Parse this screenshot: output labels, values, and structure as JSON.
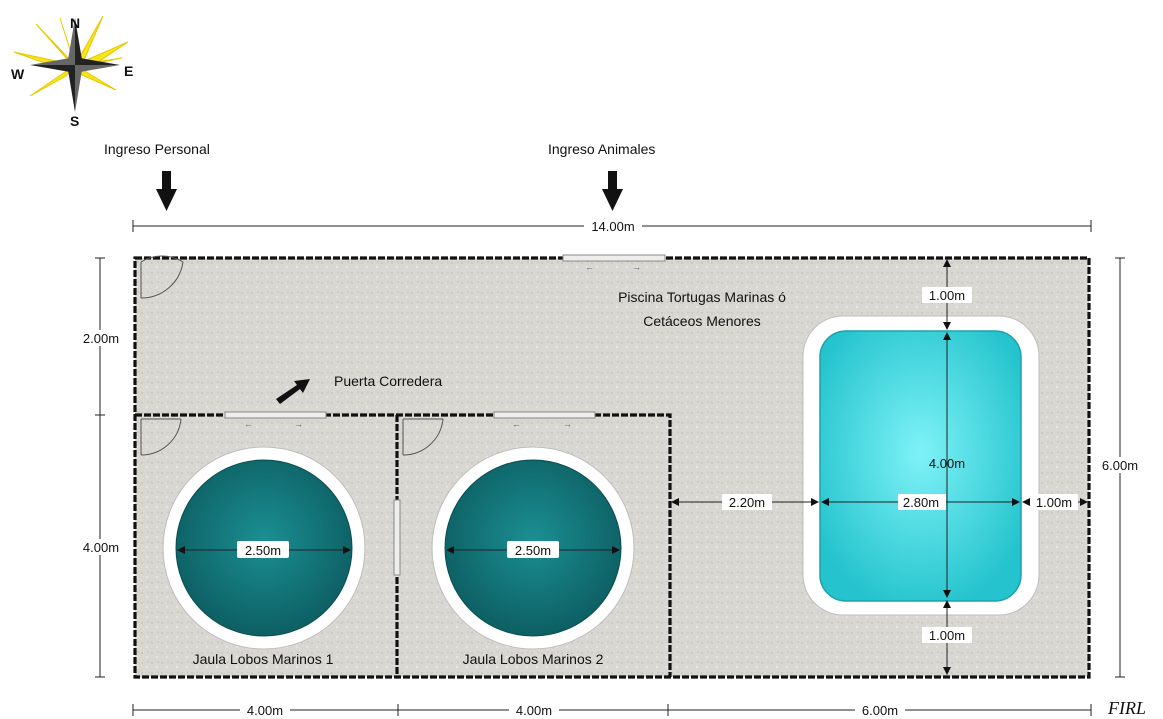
{
  "compass": {
    "n": "N",
    "s": "S",
    "e": "E",
    "w": "W",
    "icon": "compass-rose-icon"
  },
  "entrances": {
    "personal": "Ingreso Personal",
    "animales": "Ingreso Animales"
  },
  "labels": {
    "puerta_corredera": "Puerta Corredera",
    "piscina_line1": "Piscina Tortugas Marinas ó",
    "piscina_line2": "Cetáceos Menores",
    "jaula1": "Jaula Lobos Marinos 1",
    "jaula2": "Jaula Lobos Marinos 2"
  },
  "dimensions": {
    "total_width": "14.00m",
    "left_top": "2.00m",
    "left_bottom": "4.00m",
    "right_total": "6.00m",
    "bottom_1": "4.00m",
    "bottom_2": "4.00m",
    "bottom_3": "6.00m",
    "pool1_diameter": "2.50m",
    "pool2_diameter": "2.50m",
    "rect_top": "1.00m",
    "rect_height": "4.00m",
    "rect_width": "2.80m",
    "rect_left_gap": "2.20m",
    "rect_right_gap": "1.00m",
    "rect_bottom": "1.00m"
  },
  "signature": "FIRL",
  "colors": {
    "floor": "#d9d7d2",
    "water_round": "#127c80",
    "water_rect": "#3fd6df",
    "wall": "#111111"
  }
}
